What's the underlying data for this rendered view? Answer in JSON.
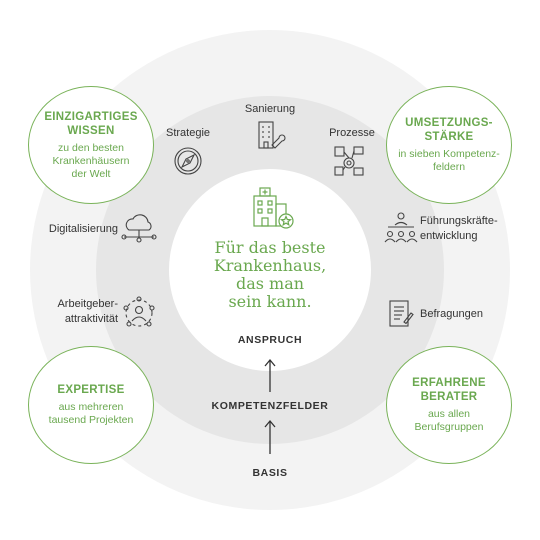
{
  "colors": {
    "accent": "#6aa84f",
    "bubble_border": "#7ab35a",
    "ring_outer": "#f3f3f3",
    "ring_mid": "#e6e6e6",
    "text": "#333333"
  },
  "center": {
    "line1": "Für das beste",
    "line2": "Krankenhaus,",
    "line3": "das man",
    "line4": "sein kann."
  },
  "stages": {
    "anspruch": "ANSPRUCH",
    "kompetenzfelder": "KOMPETENZFELDER",
    "basis": "BASIS"
  },
  "bubbles": {
    "top_left": {
      "title1": "EINZIGARTIGES",
      "title2": "WISSEN",
      "sub1": "zu den besten",
      "sub2": "Krankenhäusern",
      "sub3": "der Welt"
    },
    "top_right": {
      "title1": "UMSETZUNGS-",
      "title2": "STÄRKE",
      "sub1": "in sieben Kompetenz-",
      "sub2": "feldern"
    },
    "bottom_left": {
      "title1": "EXPERTISE",
      "sub1": "aus mehreren",
      "sub2": "tausend Projekten"
    },
    "bottom_right": {
      "title1": "ERFAHRENE",
      "title2": "BERATER",
      "sub1": "aus allen",
      "sub2": "Berufsgruppen"
    }
  },
  "fields": {
    "sanierung": "Sanierung",
    "strategie": "Strategie",
    "prozesse": "Prozesse",
    "digitalisierung": "Digitalisierung",
    "fuehrung1": "Führungskräfte-",
    "fuehrung2": "entwicklung",
    "arbeitgeber1": "Arbeitgeber-",
    "arbeitgeber2": "attraktivität",
    "befragungen": "Befragungen"
  },
  "icons": {
    "hospital": "hospital-icon",
    "sanierung": "building-wrench-icon",
    "strategie": "compass-icon",
    "prozesse": "process-gears-icon",
    "digitalisierung": "cloud-network-icon",
    "fuehrung": "presenter-group-icon",
    "arbeitgeber": "person-network-icon",
    "befragungen": "survey-clipboard-icon"
  }
}
